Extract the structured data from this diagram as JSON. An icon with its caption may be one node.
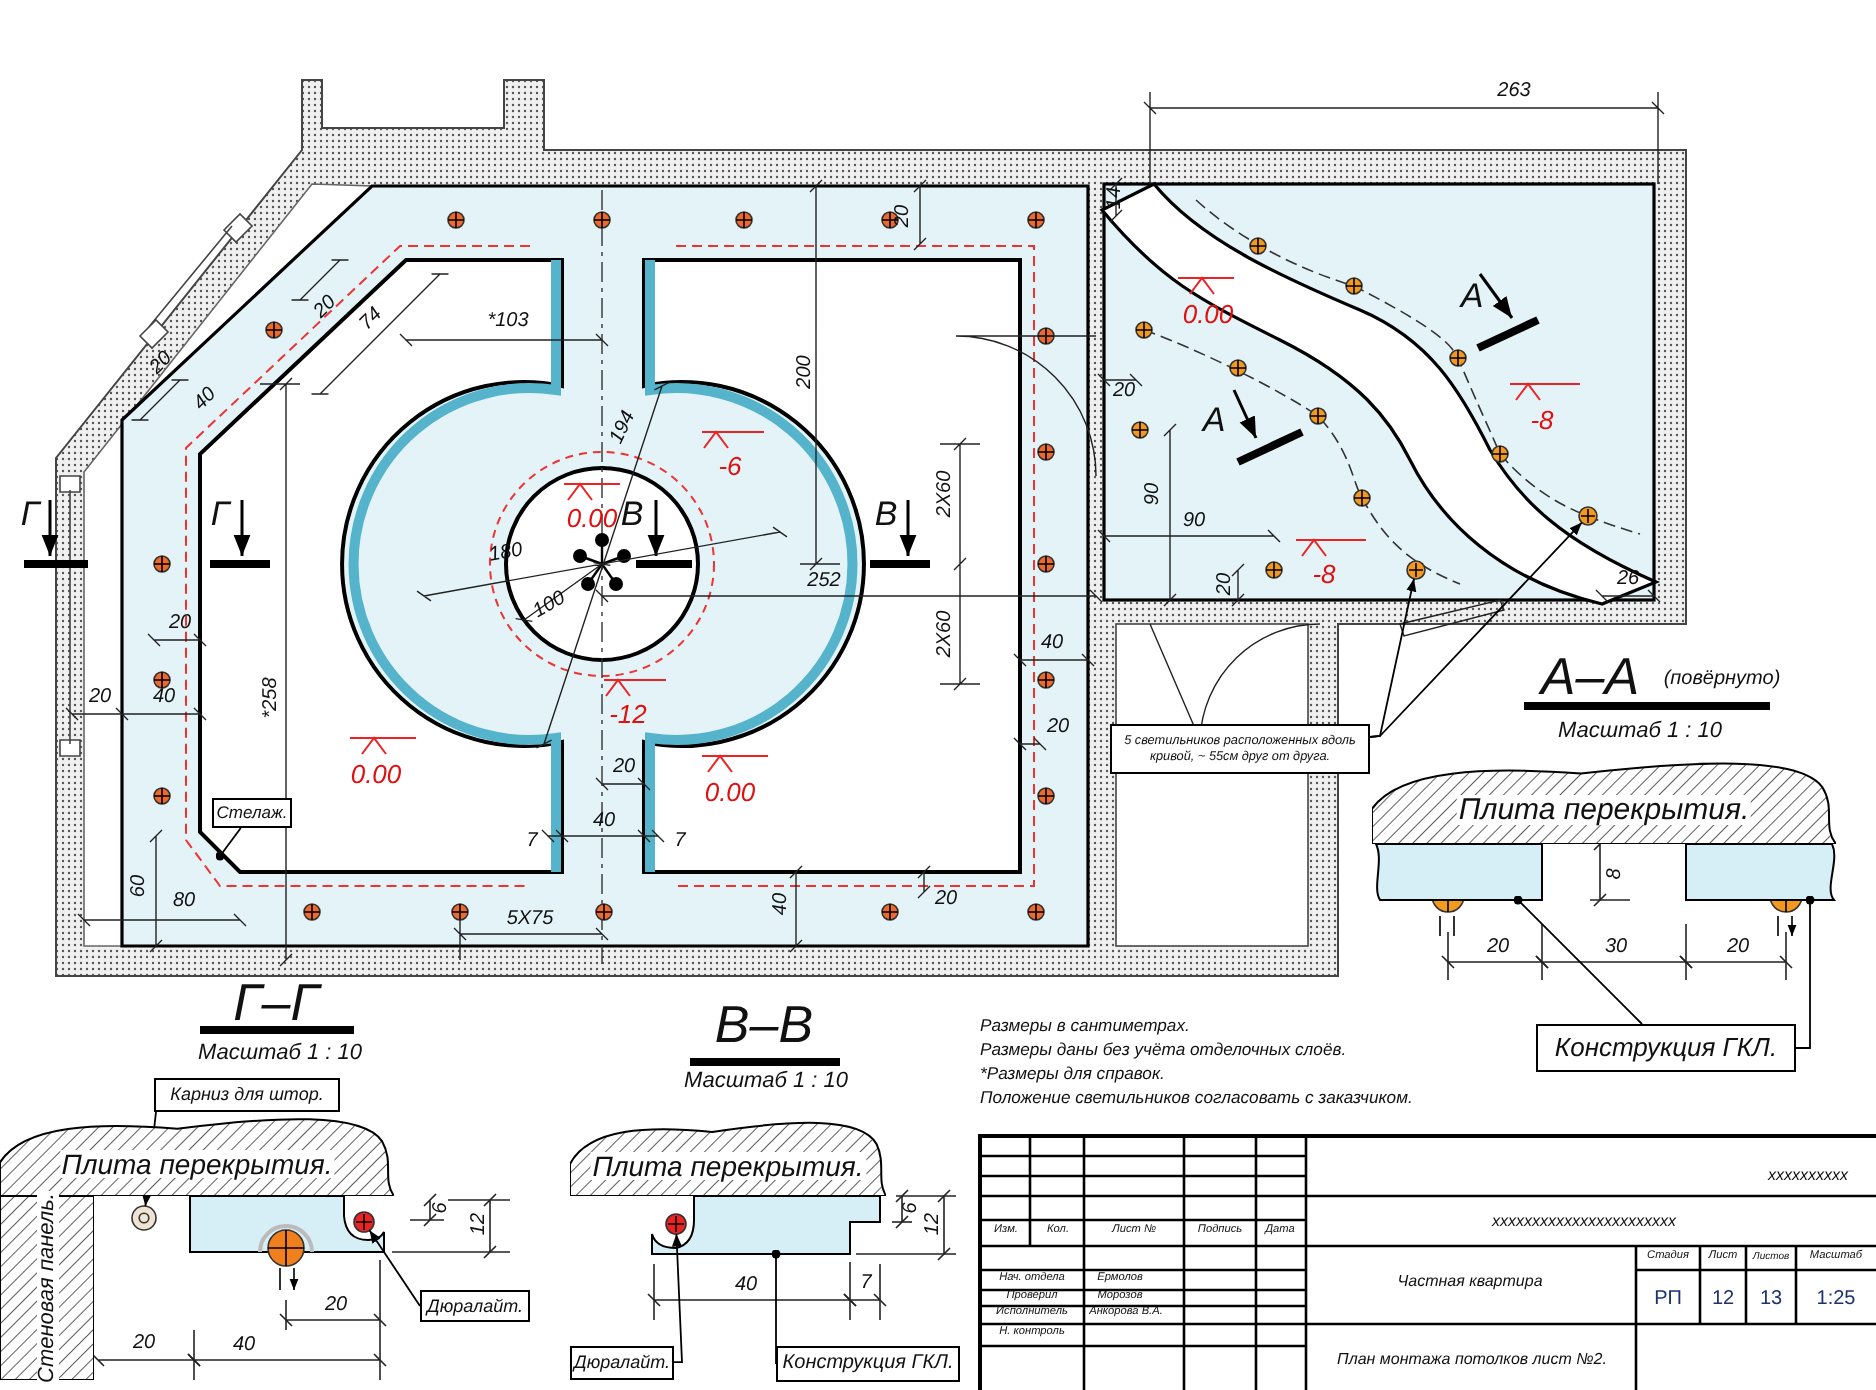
{
  "diagram": {
    "nodes": [
      {
        "text": [
          "Стелаж."
        ]
      },
      {
        "text": [
          "5 светильников расположенных вдоль кривой, ~ 55см друг от друга."
        ]
      },
      {
        "text": [],
        "shape": "circle"
      },
      {
        "text": [],
        "shape": "circle"
      },
      {
        "text": [
          "Плита перекрытия."
        ]
      },
      {
        "text": [],
        "shape": "box"
      },
      {
        "text": [],
        "shape": "box"
      },
      {
        "text": [
          "Конструкция ГКЛ."
        ]
      },
      {
        "text": [
          "Карниз для штор."
        ]
      },
      {
        "text": [
          "Плита перекрытия."
        ]
      },
      {
        "text": [],
        "shape": "circle"
      },
      {
        "text": [
          "Стеновая панель."
        ]
      },
      {
        "text": [],
        "shape": "circle"
      },
      {
        "text": [
          "Дюралайт."
        ]
      },
      {
        "text": [
          "Плита перекрытия."
        ]
      },
      {
        "text": [],
        "shape": "circle"
      },
      {
        "text": [],
        "shape": "box"
      },
      {
        "text": [
          "Дюралайт."
        ]
      },
      {
        "text": [
          "Конструкция ГКЛ."
        ]
      }
    ],
    "edges": [
      {
        "from": 0,
        "to": null,
        "arrow": "other"
      },
      {
        "from": 1,
        "to": 2,
        "arrow": "to"
      },
      {
        "from": 1,
        "to": 3,
        "arrow": "to"
      },
      {
        "from": 7,
        "to": 5,
        "arrow": "other"
      },
      {
        "from": 7,
        "to": 6,
        "arrow": "other"
      },
      {
        "from": 8,
        "to": 10,
        "arrow": "to"
      },
      {
        "from": 13,
        "to": 12,
        "arrow": "to"
      },
      {
        "from": 17,
        "to": 15,
        "arrow": "to"
      },
      {
        "from": 18,
        "to": 16,
        "arrow": "other"
      }
    ],
    "labels": [
      "263",
      "14",
      "20",
      "20",
      "74",
      "*103",
      "20",
      "40",
      "200",
      "194",
      "-6",
      "Г",
      "Г",
      "0.00",
      "В",
      "В",
      "2Х60",
      "180",
      "100",
      "252",
      "2Х60",
      "40",
      "20",
      "20",
      "40",
      "*258",
      "-12",
      "20",
      "20",
      "0.00",
      "0.00",
      "7",
      "40",
      "7",
      "60",
      "80",
      "40",
      "20",
      "5Х75",
      "0.00",
      "А",
      "-8",
      "20",
      "А",
      "90",
      "90",
      "-8",
      "20",
      "26",
      "А–А",
      "(повёрнуто)",
      "Масштаб 1 : 10",
      "8",
      "20",
      "30",
      "20",
      "Г–Г",
      "Масштаб 1 : 10",
      "6",
      "12",
      "20",
      "20",
      "40",
      "В–В",
      "Масштаб 1 : 10",
      "6",
      "12",
      "40",
      "7",
      "Размеры в сантиметрах.",
      "Размеры даны без учёта отделочных слоёв.",
      "*Размеры для справок.",
      "Положение светильников согласовать с заказчиком.",
      "xxxxxxxxxx",
      "xxxxxxxxxxxxxxxxxxxxxxx",
      "Изм.",
      "Кол.",
      "Лист №",
      "Подпись",
      "Дата",
      "Стадия",
      "Лист",
      "Листов",
      "Масштаб",
      "Нач. отдела",
      "Ермолов",
      "Частная квартира",
      "Проверил",
      "Морозов",
      "РП",
      "12",
      "13",
      "1:25",
      "Исполнитель",
      "Анкорова В.А.",
      "Н. контроль",
      "План монтажа потолков лист №2."
    ]
  }
}
